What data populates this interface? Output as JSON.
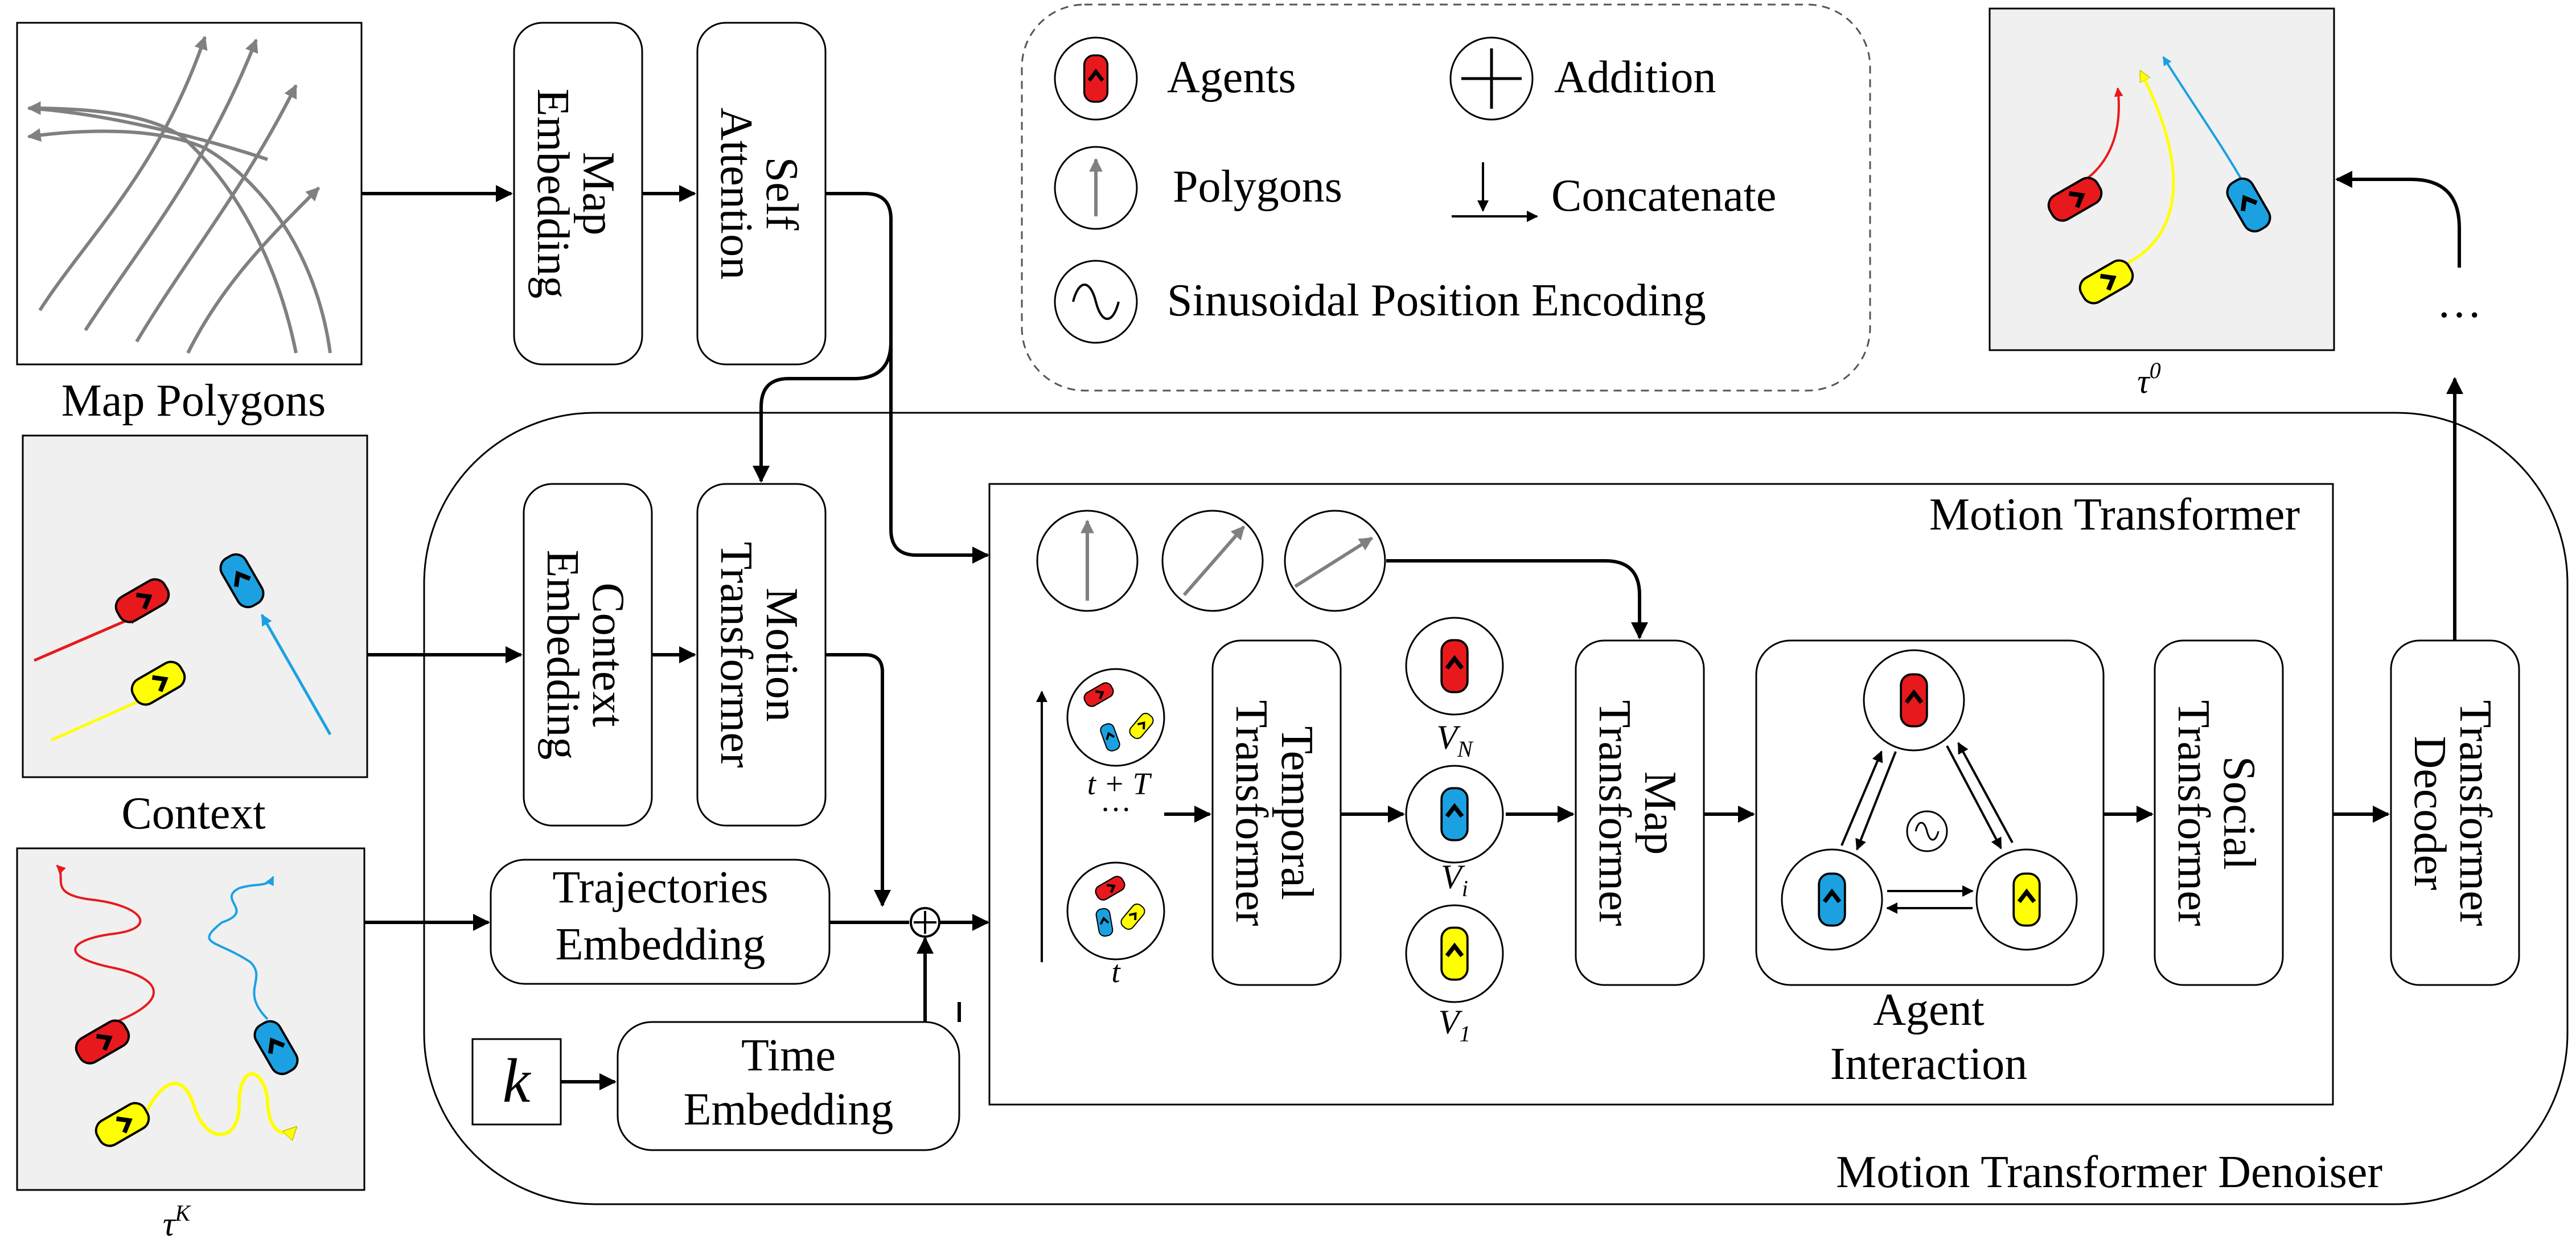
{
  "legend": {
    "agents": "Agents",
    "polygons": "Polygons",
    "sinusoidal": "Sinusoidal Position Encoding",
    "addition": "Addition",
    "concatenate": "Concatenate"
  },
  "inputs": {
    "map_polygons": "Map Polygons",
    "context": "Context",
    "noisy_trajectory": "τ",
    "noisy_trajectory_sup": "K",
    "output_trajectory": "τ",
    "output_trajectory_sup": "0",
    "ellipsis": "···"
  },
  "blocks": {
    "map_embedding": [
      "Map",
      "Embedding"
    ],
    "self_attention": [
      "Self",
      "Attention"
    ],
    "context_embedding": [
      "Context",
      "Embedding"
    ],
    "motion_transformer": [
      "Motion",
      "Transformer"
    ],
    "trajectories_embedding": [
      "Trajectories",
      "Embedding"
    ],
    "time_embedding": [
      "Time",
      "Embedding"
    ],
    "k_label": "k",
    "temporal_transformer": [
      "Temporal",
      "Transformer"
    ],
    "map_transformer": [
      "Map",
      "Transformer"
    ],
    "social_transformer": [
      "Social",
      "Transformer"
    ],
    "transformer_decoder": [
      "Transformer",
      "Decoder"
    ]
  },
  "motion_transformer_panel": {
    "title": "Motion Transformer",
    "time_top": "t + T",
    "time_dots": "···",
    "time_bottom": "t",
    "vn": "V",
    "vn_sub": "N",
    "vi": "V",
    "vi_sub": "i",
    "v1": "V",
    "v1_sub": "1",
    "agent_interaction": [
      "Agent",
      "Interaction"
    ]
  },
  "denoiser_title": "Motion Transformer Denoiser",
  "colors": {
    "red": "#e8191c",
    "blue": "#1ba1e2",
    "yellow": "#ffff00",
    "gray_fill": "#f0f0f0",
    "polygon_gray": "#808080"
  }
}
